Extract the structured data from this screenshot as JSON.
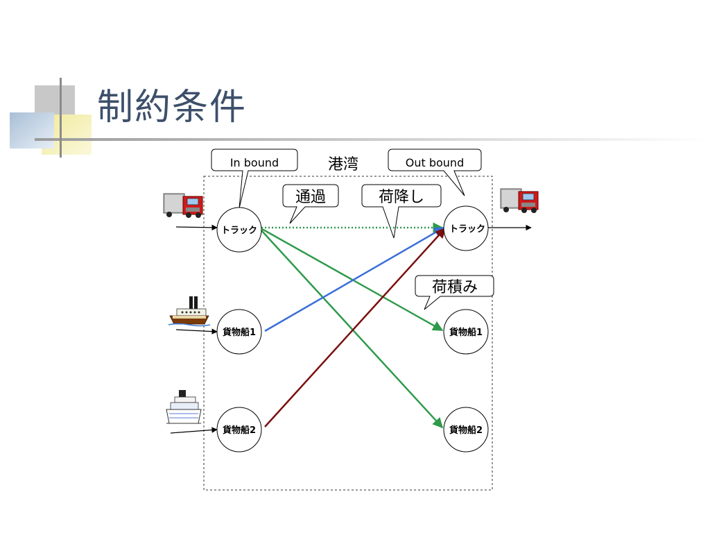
{
  "slide": {
    "title": "制約条件"
  },
  "diagram": {
    "port_label": "港湾",
    "callouts": {
      "inbound": "In bound",
      "outbound": "Out bound",
      "passing": "通過",
      "unloading": "荷降し",
      "loading": "荷積み"
    },
    "nodes": {
      "in_truck": "トラック",
      "in_ship1": "貨物船1",
      "in_ship2": "貨物船2",
      "out_truck": "トラック",
      "out_ship1": "貨物船1",
      "out_ship2": "貨物船2"
    },
    "edge_colors": {
      "passing": "#2e9a4a",
      "truck_to_ships": "#2e9a4a",
      "ship1_to_truck": "#3a6fd8",
      "ship2_to_truck": "#7a0f0f"
    },
    "icons": [
      "truck-icon",
      "ship-icon",
      "cruise-ship-icon"
    ]
  }
}
